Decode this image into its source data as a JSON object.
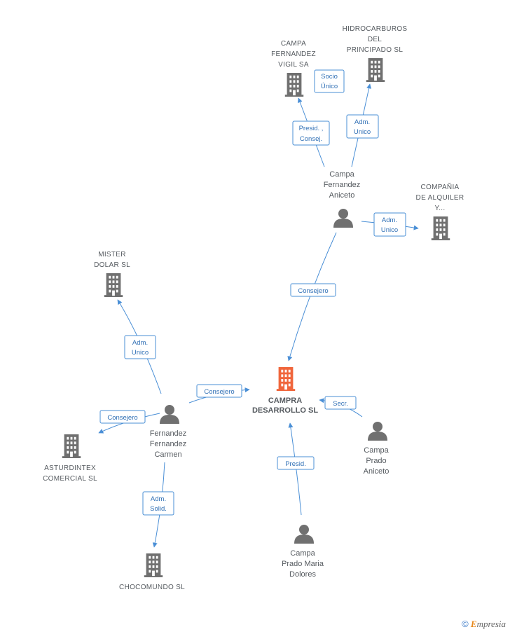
{
  "colors": {
    "edge": "#4a8fd6",
    "icon": "#707070",
    "main_icon": "#f0663c",
    "text": "#555a5f"
  },
  "main": {
    "label_lines": [
      "CAMPRA",
      "DESARROLLO SL"
    ]
  },
  "companies": {
    "campa_fernandez_vigil": [
      "CAMPA",
      "FERNANDEZ",
      "VIGIL SA"
    ],
    "hidrocarburos": [
      "HIDROCARBUROS",
      "DEL",
      "PRINCIPADO SL"
    ],
    "compania_alquiler": [
      "COMPAÑIA",
      "DE ALQUILER",
      "Y..."
    ],
    "mister_dolar": [
      "MISTER",
      "DOLAR SL"
    ],
    "asturdintex": [
      "ASTURDINTEX",
      "COMERCIAL  SL"
    ],
    "chocomundo": [
      "CHOCOMUNDO SL"
    ]
  },
  "people": {
    "campa_fernandez_aniceto": [
      "Campa",
      "Fernandez",
      "Aniceto"
    ],
    "fernandez_fernandez_carmen": [
      "Fernandez",
      "Fernandez",
      "Carmen"
    ],
    "campa_prado_aniceto": [
      "Campa",
      "Prado",
      "Aniceto"
    ],
    "campa_prado_maria_dolores": [
      "Campa",
      "Prado Maria",
      "Dolores"
    ]
  },
  "relations": {
    "socio_unico": [
      "Socio",
      "Único"
    ],
    "presid_consej": [
      "Presid. ,",
      "Consej."
    ],
    "adm_unico_hidro": [
      "Adm.",
      "Unico"
    ],
    "adm_unico_alquiler": [
      "Adm.",
      "Unico"
    ],
    "consejero_aniceto": [
      "Consejero"
    ],
    "adm_unico_mister": [
      "Adm.",
      "Unico"
    ],
    "consejero_carmen": [
      "Consejero"
    ],
    "consejero_asturdintex": [
      "Consejero"
    ],
    "adm_solid": [
      "Adm.",
      "Solid."
    ],
    "secr": [
      "Secr."
    ],
    "presid": [
      "Presid."
    ]
  },
  "brand": {
    "copyright": "©",
    "initial": "E",
    "rest": "mpresia"
  }
}
